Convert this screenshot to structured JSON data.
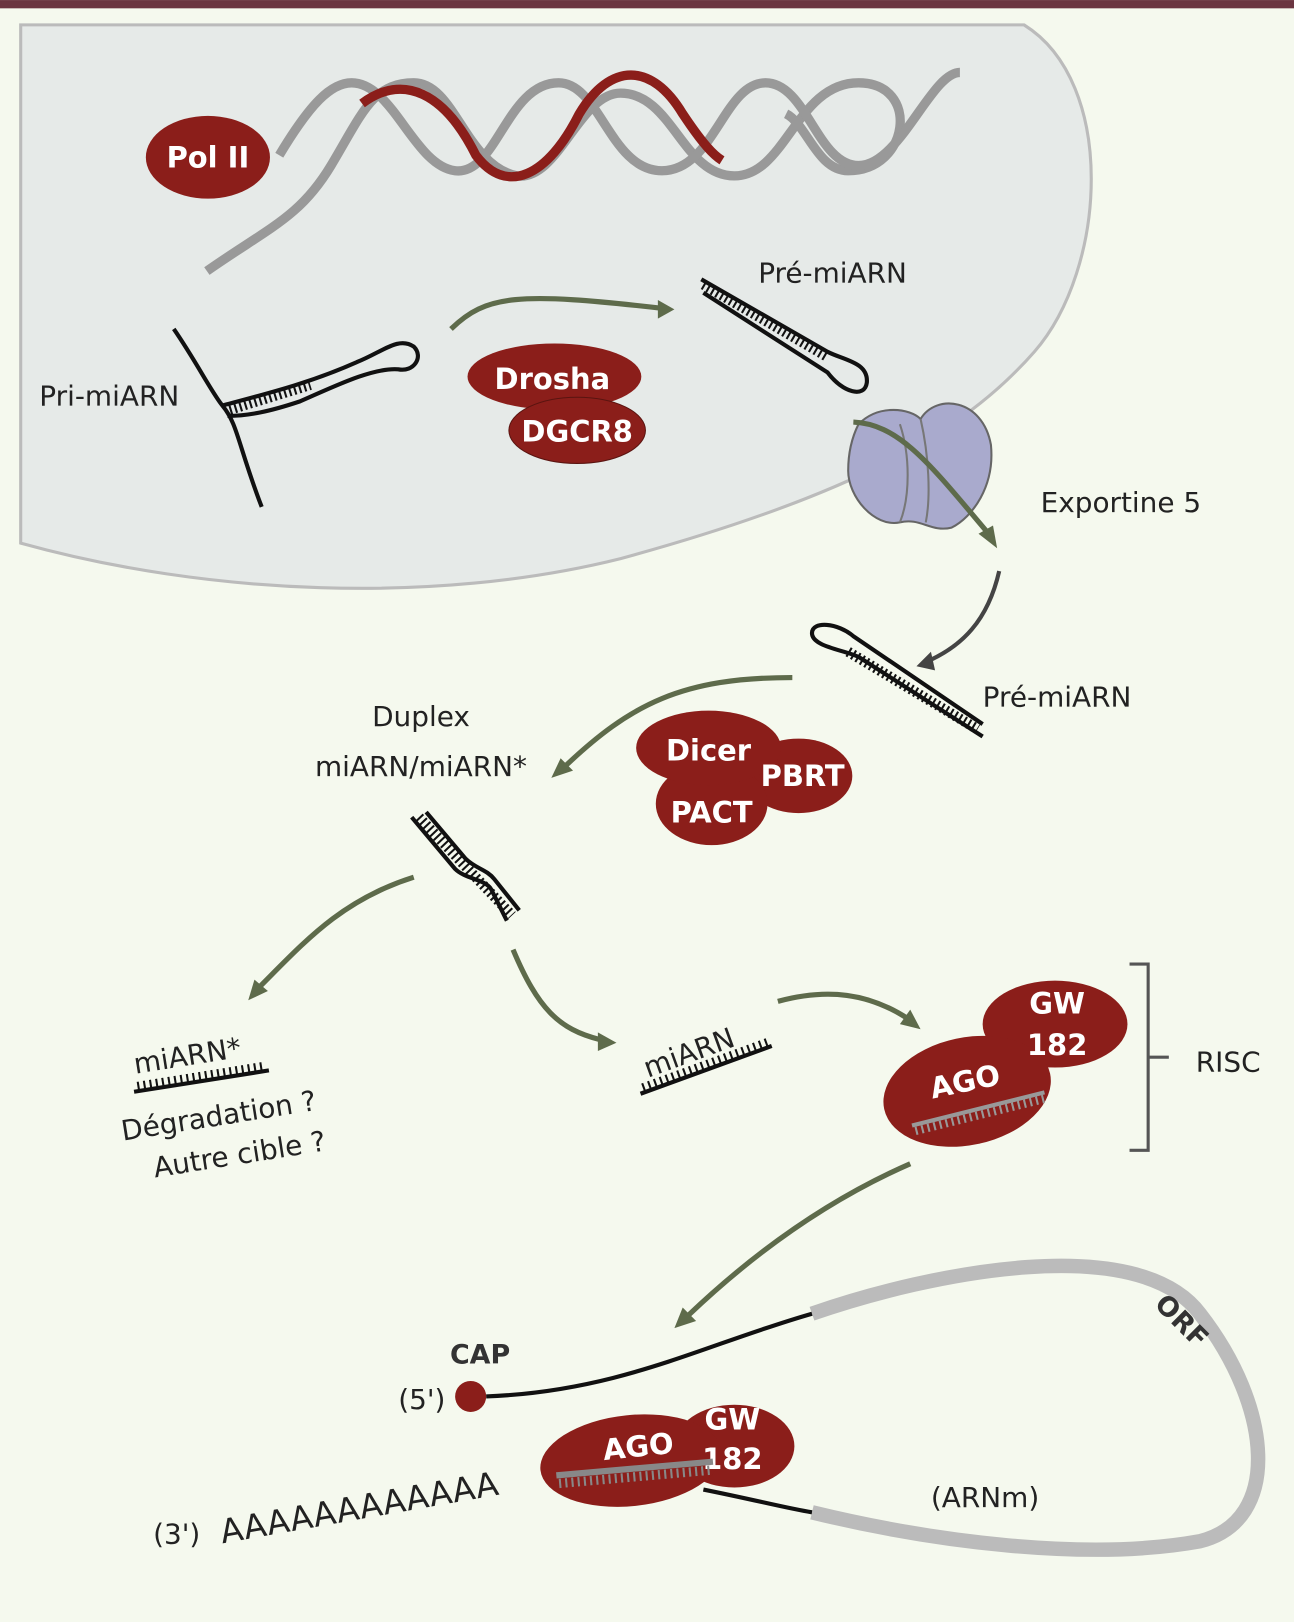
{
  "labels": {
    "pol2": "Pol II",
    "pri_mirna": "Pri-miARN",
    "drosha": "Drosha",
    "dgcr8": "DGCR8",
    "pre_mirna_nucleus": "Pré-miARN",
    "exportine": "Exportine 5",
    "pre_mirna_cyto": "Pré-miARN",
    "duplex_line1": "Duplex",
    "duplex_line2": "miARN/miARN*",
    "dicer": "Dicer",
    "pbrt": "PBRT",
    "pact": "PACT",
    "mirna_star": "miARN*",
    "degradation": "Dégradation ?",
    "autre_cible": "Autre cible ?",
    "mirna": "miARN",
    "gw_line1": "GW",
    "gw_line2": "182",
    "ago": "AGO",
    "risc": "RISC",
    "cap": "CAP",
    "five_prime": "(5')",
    "three_prime": "(3')",
    "polya": "AAAAAAAAAAAA",
    "orf": "ORF",
    "arnm": "(ARNm)",
    "ago2": "AGO",
    "gw2_line1": "GW",
    "gw2_line2": "182"
  },
  "colors": {
    "top_bar": "#6b3540",
    "background": "#f5f9ee",
    "nucleus": "#e6eae8",
    "protein": "#8b1e1a",
    "arrow": "#5e6b4b",
    "exportin": "#a9aacd",
    "strand": "#999999"
  }
}
